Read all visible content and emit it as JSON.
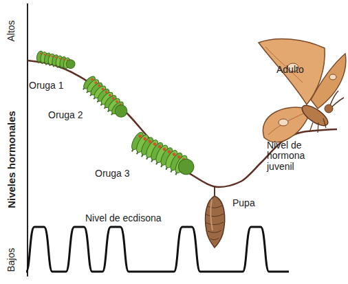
{
  "diagram": {
    "labels": [
      "Altos",
      "Niveles hormonales",
      "Bajos",
      "Oruga 1",
      "Oruga 2",
      "Oruga 3",
      "Adulto",
      "Nivel de hormona juvenil",
      "Pupa",
      "Nivel de ecdisona"
    ]
  }
}
